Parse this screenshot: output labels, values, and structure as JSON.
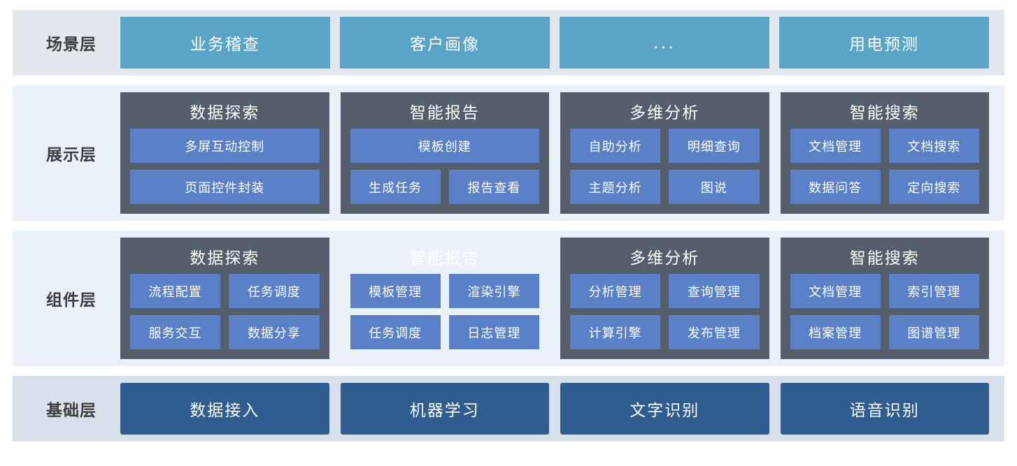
{
  "colors": {
    "scene_band": "#e3e8ef",
    "module_band": "#eaf1f8",
    "base_band": "#d7e0eb",
    "scene_card": "#5aa4c8",
    "module_card": "#555e6b",
    "pill": "#5a80c8",
    "base_card": "#2f5d8f",
    "label_text": "#3d3d3d",
    "card_text": "#ffffff"
  },
  "rows": [
    {
      "key": "scene",
      "label": "场景层",
      "cards": [
        {
          "title": "业务稽查"
        },
        {
          "title": "客户画像"
        },
        {
          "title": "..."
        },
        {
          "title": "用电预测"
        }
      ]
    },
    {
      "key": "presentation",
      "label": "展示层",
      "cards": [
        {
          "title": "数据探索",
          "muted": false,
          "grid": [
            [
              "多屏互动控制"
            ],
            [
              "页面控件封装"
            ]
          ]
        },
        {
          "title": "智能报告",
          "muted": false,
          "grid": [
            [
              "模板创建"
            ],
            [
              "生成任务",
              "报告查看"
            ]
          ]
        },
        {
          "title": "多维分析",
          "muted": false,
          "grid": [
            [
              "自助分析",
              "明细查询"
            ],
            [
              "主题分析",
              "图说"
            ]
          ]
        },
        {
          "title": "智能搜索",
          "muted": false,
          "grid": [
            [
              "文档管理",
              "文档搜索"
            ],
            [
              "数据问答",
              "定向搜索"
            ]
          ]
        }
      ]
    },
    {
      "key": "component",
      "label": "组件层",
      "cards": [
        {
          "title": "数据探索",
          "muted": false,
          "grid": [
            [
              "流程配置",
              "任务调度"
            ],
            [
              "服务交互",
              "数据分享"
            ]
          ]
        },
        {
          "title": "智能报告",
          "muted": true,
          "grid": [
            [
              "模板管理",
              "渲染引擎"
            ],
            [
              "任务调度",
              "日志管理"
            ]
          ]
        },
        {
          "title": "多维分析",
          "muted": false,
          "grid": [
            [
              "分析管理",
              "查询管理"
            ],
            [
              "计算引擎",
              "发布管理"
            ]
          ]
        },
        {
          "title": "智能搜索",
          "muted": false,
          "grid": [
            [
              "文档管理",
              "索引管理"
            ],
            [
              "档案管理",
              "图谱管理"
            ]
          ]
        }
      ]
    },
    {
      "key": "base",
      "label": "基础层",
      "cards": [
        {
          "title": "数据接入"
        },
        {
          "title": "机器学习"
        },
        {
          "title": "文字识别"
        },
        {
          "title": "语音识别"
        }
      ]
    }
  ]
}
